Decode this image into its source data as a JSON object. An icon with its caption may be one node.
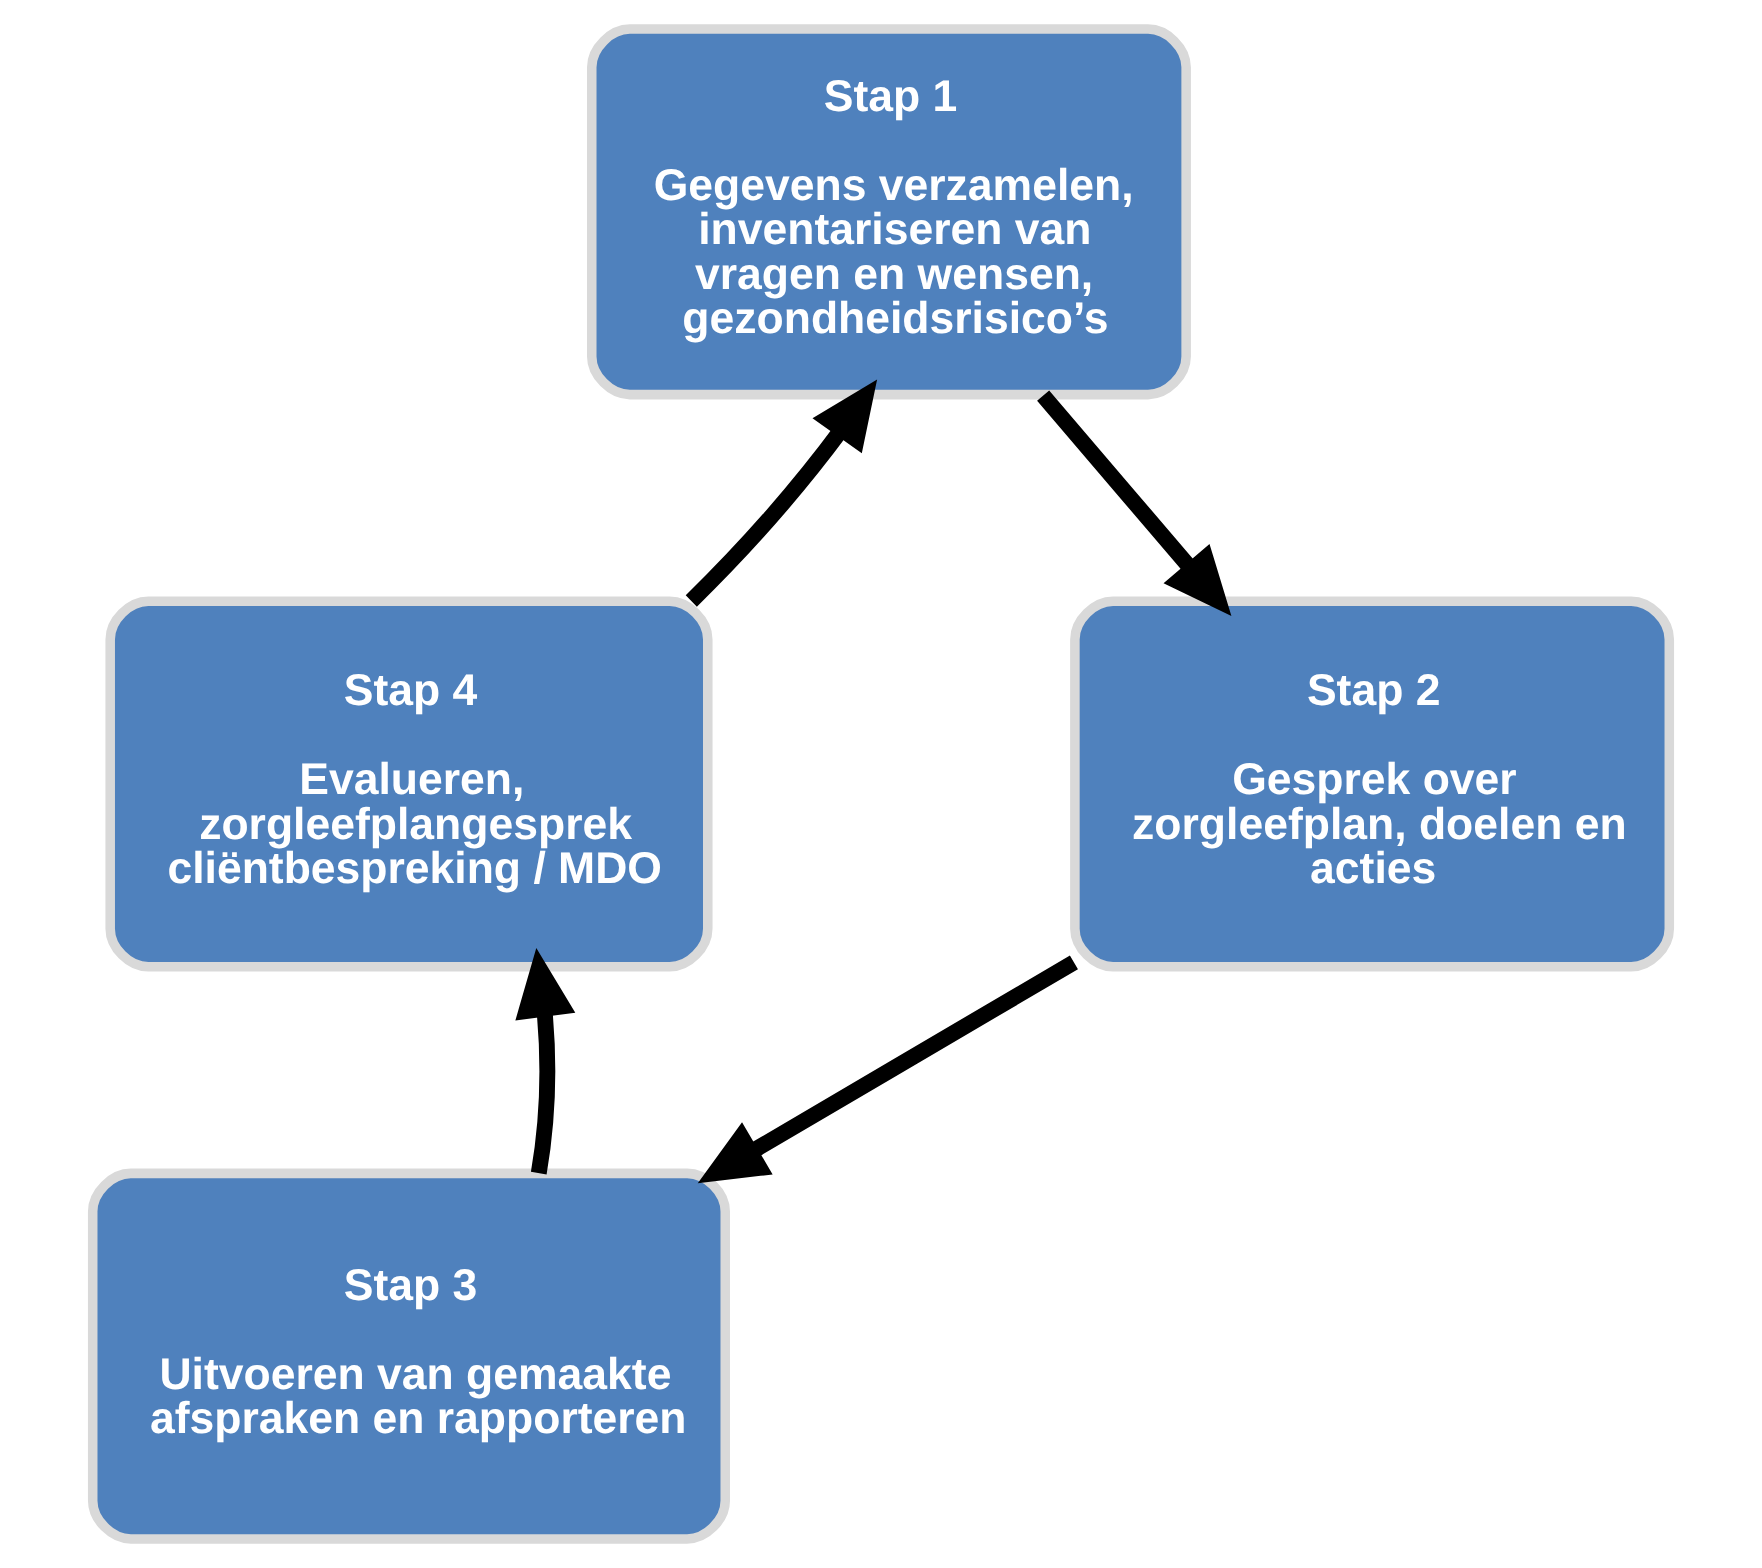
{
  "diagram": {
    "nodes": [
      {
        "text": [
          "Stap 1",
          "Gegevens verzamelen, inventariseren van vragen en wensen, gezondheidsrisico’s"
        ]
      },
      {
        "text": [
          "Stap 2",
          "Gesprek over zorgleefplan, doelen en acties"
        ]
      },
      {
        "text": [
          "Stap 3",
          "Uitvoeren van gemaakte afspraken en rapporteren"
        ]
      },
      {
        "text": [
          "Stap 4",
          "Evalueren, zorgleefplangesprek cliëntbespreking / MDO"
        ]
      }
    ],
    "edges": [
      {
        "from": 0,
        "to": 1,
        "arrow": "to"
      },
      {
        "from": 1,
        "to": 2,
        "arrow": "to"
      },
      {
        "from": 2,
        "to": 3,
        "arrow": "to"
      },
      {
        "from": 3,
        "to": 0,
        "arrow": "to"
      }
    ]
  }
}
